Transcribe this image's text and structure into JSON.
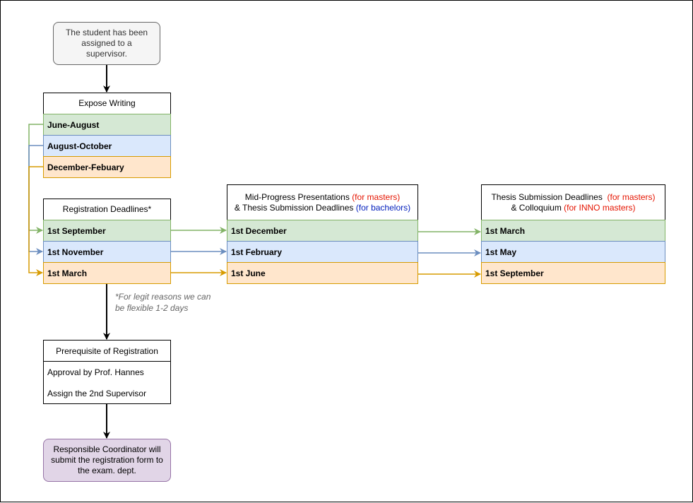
{
  "start": {
    "text": "The student has been assigned to a supervisor."
  },
  "expose": {
    "title": "Expose Writing",
    "rows": [
      "June-August",
      "August-October",
      "December-Febuary"
    ]
  },
  "registration": {
    "title": "Registration Deadlines*",
    "rows": [
      "1st September",
      "1st November",
      "1st March"
    ]
  },
  "note": {
    "line1": "*For legit reasons we can",
    "line2": "be flexible 1-2 days"
  },
  "midprogress": {
    "title_prefix": "Mid-Progress Presentations ",
    "title_highlight": "(for masters)",
    "title2_prefix": "& Thesis Submission Deadlines ",
    "title2_highlight": "(for bachelors)",
    "rows": [
      "1st December",
      "1st February",
      "1st June"
    ]
  },
  "thesis": {
    "title_prefix": "Thesis Submission Deadlines  ",
    "title_highlight": "(for masters)",
    "title2_prefix": "& Colloquium ",
    "title2_highlight": "(for INNO masters)",
    "rows": [
      "1st March",
      "1st May",
      "1st September"
    ]
  },
  "prereq": {
    "title": "Prerequisite of Registration",
    "items": [
      "Approval by Prof. Hannes",
      "Assign the 2nd Supervisor"
    ]
  },
  "coordinator": {
    "text": "Responsible Coordinator will submit the registration form to the exam. dept."
  },
  "colors": {
    "green_fill": "#d5e8d4",
    "green_stroke": "#82b366",
    "blue_fill": "#dae8fc",
    "blue_stroke": "#6c8ebf",
    "orange_fill": "#ffe6cc",
    "orange_stroke": "#d79b00",
    "start_fill": "#f5f5f5",
    "end_fill": "#e1d5e7",
    "end_stroke": "#9673a6",
    "highlight_red": "#e51400",
    "highlight_blue": "#001dbc"
  }
}
